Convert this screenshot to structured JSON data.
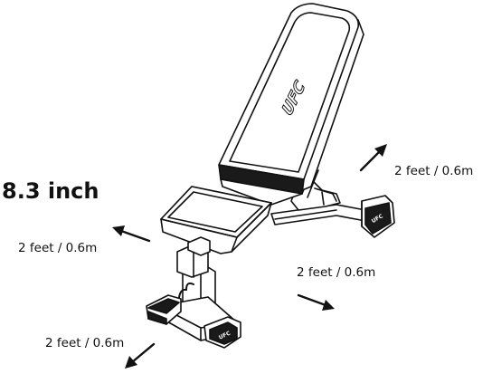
{
  "height_label": "8.3 inch",
  "clearances": {
    "top_right": "2 feet / 0.6m",
    "left": "2 feet / 0.6m",
    "right": "2 feet / 0.6m",
    "bottom_left": "2 feet / 0.6m"
  },
  "brand": "UFC",
  "colors": {
    "line": "#111111",
    "dark_fill": "#1a1a1a",
    "background": "#ffffff"
  }
}
